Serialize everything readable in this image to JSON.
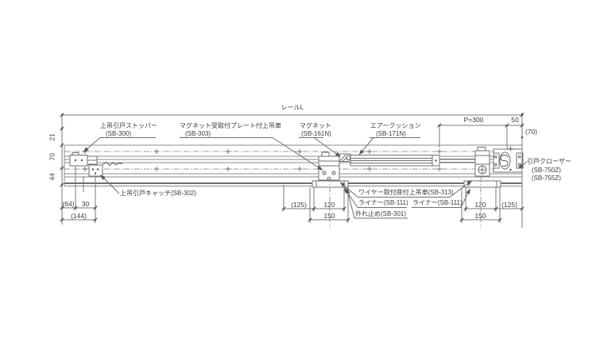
{
  "colors": {
    "ink": "#3c3c3c",
    "line": "#7a7a7a",
    "line_bold": "#555555"
  },
  "rail": {
    "length_label": "レールL"
  },
  "parts": {
    "stopper_name": "上吊引戸ストッパー",
    "stopper_code": "(SB-300)",
    "magnet_plate_hanger_name": "マグネット受取付プレート付上吊車",
    "magnet_plate_hanger_code": "(SB-303)",
    "magnet_name": "マグネット",
    "magnet_code": "(SB-161N)",
    "air_cushion_name": "エアークッション",
    "air_cushion_code": "(SB-171N)",
    "closer_name": "引戸クローザー",
    "closer_code_1": "(SB-750Z)",
    "closer_code_2": "(SB-755Z)",
    "catch_label": "上吊引戸キャッチ(SB-302)",
    "wire_hanger_label": "ワイヤー取付座付上吊車(SB-313)",
    "liner_1_label": "ライナー(SB-111)",
    "liner_2_label": "ライナー(SB-111)",
    "detach_stop_label": "外れ止め(SB-301)"
  },
  "dims": {
    "v21": "21",
    "v70": "70",
    "v44": "44",
    "b64": "(64)",
    "b30": "30",
    "b144": "(144)",
    "c125": "(125)",
    "c120": "120",
    "c150": "150",
    "r120": "120",
    "r150": "150",
    "r125": "(125)",
    "pitch": "P=300",
    "p50": "50",
    "p70": "(70)"
  }
}
